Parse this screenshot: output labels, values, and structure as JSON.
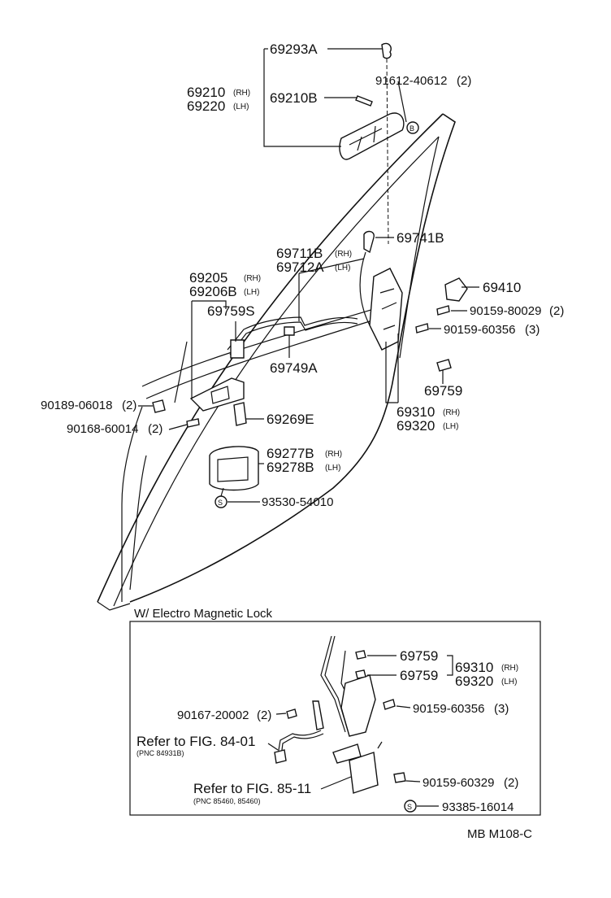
{
  "parts": {
    "p69293A": "69293A",
    "p69210": "69210",
    "p69220": "69220",
    "rh": "(RH)",
    "lh": "(LH)",
    "p69210B": "69210B",
    "p91612": "91612-40612",
    "q2": "(2)",
    "q3": "(3)",
    "markB": "B",
    "markS": "S",
    "p69741B": "69741B",
    "p69711B": "69711B",
    "p69712A": "69712A",
    "p69205": "69205",
    "p69206B": "69206B",
    "p69410": "69410",
    "p69759S": "69759S",
    "p90159_80029": "90159-80029",
    "p90159_60356": "90159-60356",
    "p69749A": "69749A",
    "p69759": "69759",
    "p90189": "90189-06018",
    "p69310": "69310",
    "p69320": "69320",
    "p69269E": "69269E",
    "p90168": "90168-60014",
    "p69277B": "69277B",
    "p69278B": "69278B",
    "p93530": "93530-54010"
  },
  "inset": {
    "title": "W/ Electro Magnetic Lock",
    "p90167": "90167-20002",
    "ref84": "Refer to FIG. 84-01",
    "pnc84": "(PNC 84931B)",
    "ref85": "Refer to FIG. 85-11",
    "pnc85": "(PNC 85460, 85460)",
    "p90159_60329": "90159-60329",
    "p93385": "93385-16014"
  },
  "footer": {
    "code": "MB  M108-C"
  }
}
